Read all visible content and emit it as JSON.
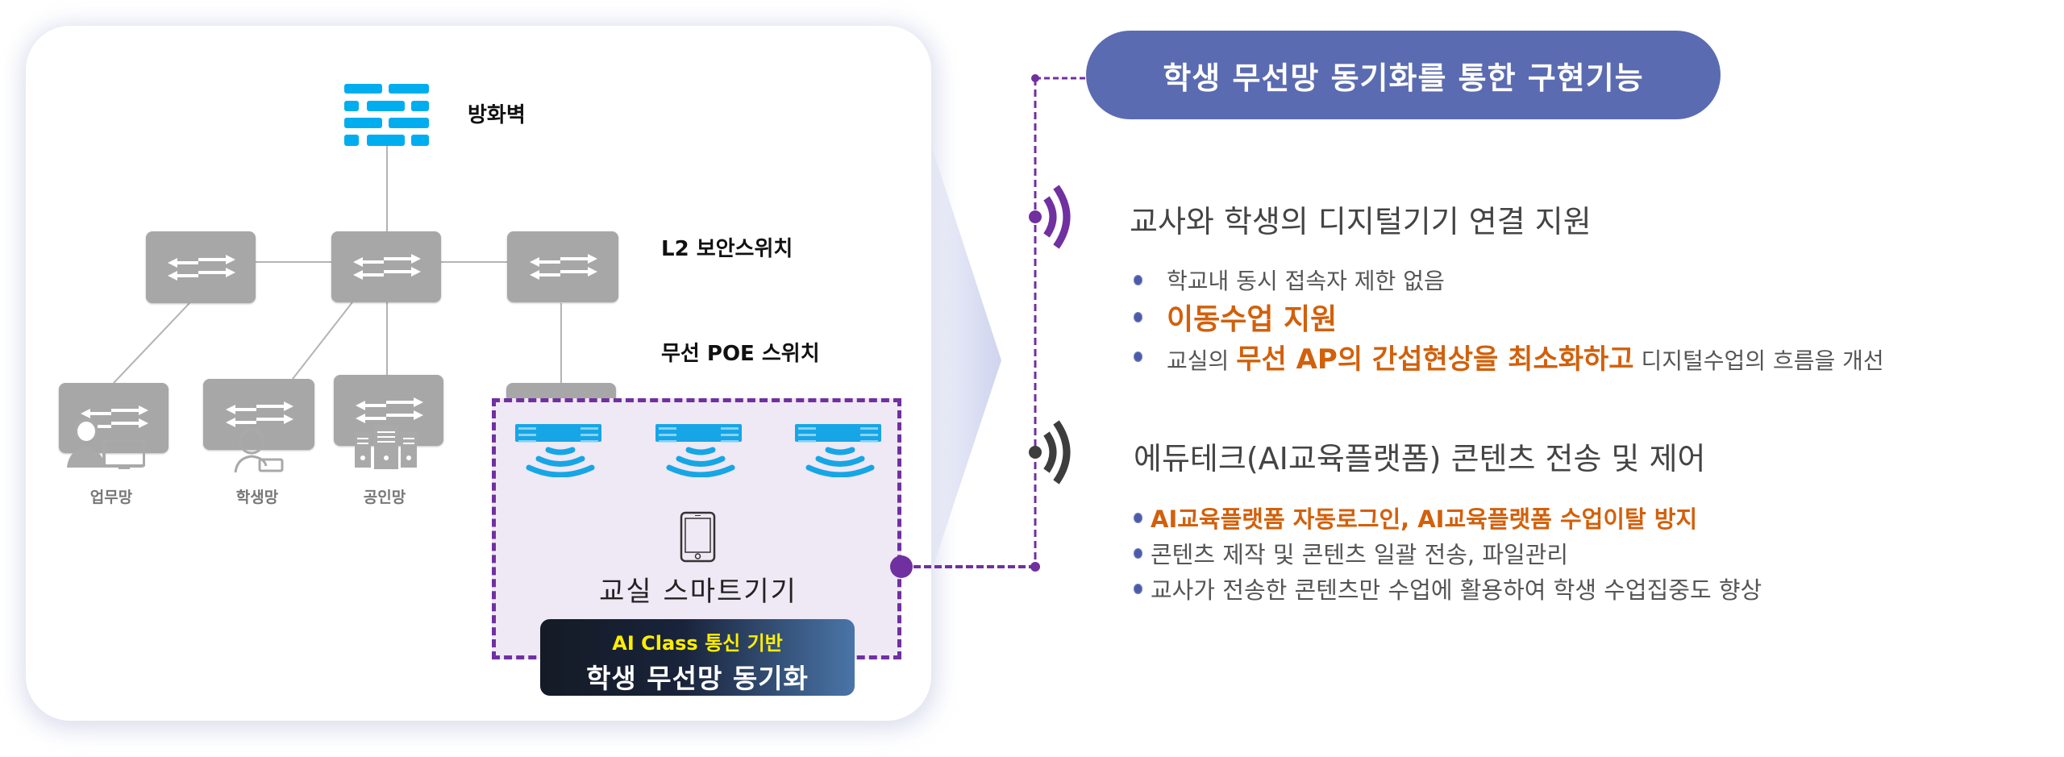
{
  "diagram": {
    "firewall": {
      "label": "방화벽",
      "icon": "firewall-brick-icon",
      "color": "#00adef"
    },
    "l2_switch_label": "L2 보안스위치",
    "poe_switch_label": "무선 POE 스위치",
    "networks": [
      {
        "label": "업무망",
        "icon": "office-worker-icon"
      },
      {
        "label": "학생망",
        "icon": "student-icon"
      },
      {
        "label": "공인망",
        "icon": "server-icon"
      }
    ],
    "access_points": [
      {
        "icon": "access-point-icon"
      },
      {
        "icon": "access-point-icon"
      },
      {
        "icon": "access-point-icon"
      }
    ],
    "smart_device": {
      "label": "교실 스마트기기",
      "icon": "smartphone-icon"
    },
    "badge": {
      "subtitle": "AI Class 통신 기반",
      "title": "학생 무선망 동기화"
    },
    "colors": {
      "switch": "#a7a7a7",
      "zone_border": "#7030a0",
      "zone_fill": "#efe8f5",
      "connector": "#7030a0"
    }
  },
  "features": {
    "header": "학생 무선망 동기화를 통한 구현기능",
    "header_color": "#5a6bb1",
    "accent_color": "#d2600b",
    "sections": [
      {
        "icon": "signal-purple-icon",
        "title": "교사와 학생의 디지털기기 연결 지원",
        "bullets": [
          {
            "parts": [
              {
                "text": "학교내 동시 접속자 제한 없음",
                "style": "gray"
              }
            ]
          },
          {
            "parts": [
              {
                "text": "이동수업 지원",
                "style": "orange"
              }
            ]
          },
          {
            "parts": [
              {
                "text": "교실의 ",
                "style": "gray"
              },
              {
                "text": "무선 AP의 간섭현상을 최소화하고",
                "style": "orange"
              },
              {
                "text": " 디지털수업의 흐름을 개선",
                "style": "gray"
              }
            ]
          }
        ]
      },
      {
        "icon": "signal-dark-icon",
        "title": "에듀테크(AI교육플랫폼) 콘텐츠 전송 및 제어",
        "bullets": [
          {
            "parts": [
              {
                "text": "AI교육플랫폼 자동로그인, AI교육플랫폼 수업이탈 방지",
                "style": "orange"
              }
            ]
          },
          {
            "parts": [
              {
                "text": "콘텐츠 제작 및 콘텐츠 일괄 전송, 파일관리",
                "style": "gray"
              }
            ]
          },
          {
            "parts": [
              {
                "text": "교사가 전송한 콘텐츠만 수업에 활용하여 학생 수업집중도 향상",
                "style": "gray"
              }
            ]
          }
        ]
      }
    ]
  }
}
